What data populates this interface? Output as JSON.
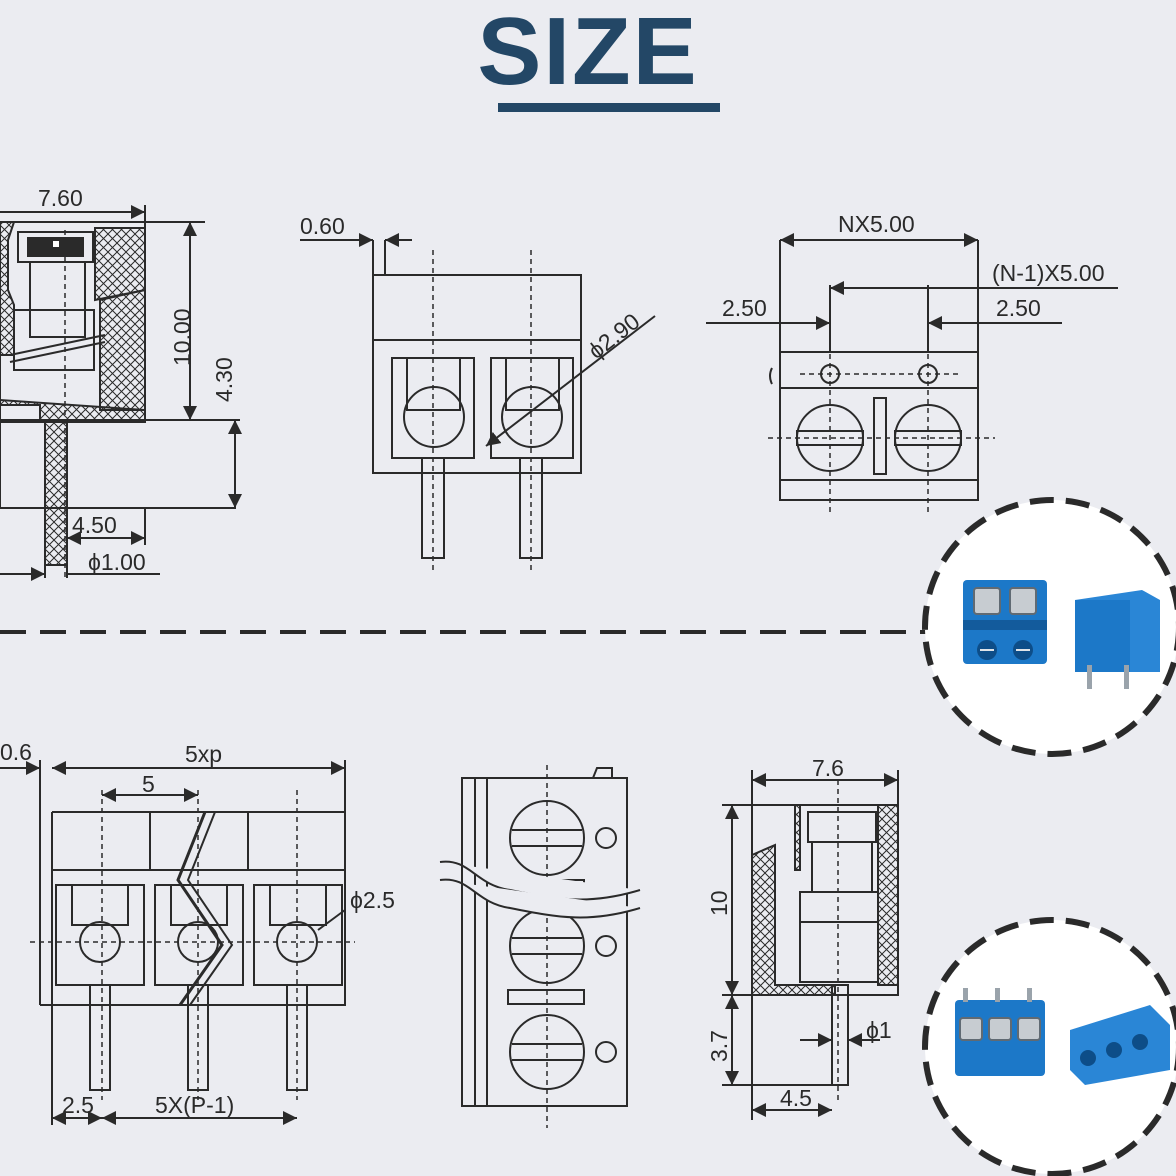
{
  "title": "SIZE",
  "colors": {
    "title": "#234766",
    "background": "#ebecf1",
    "line": "#2a2a2a",
    "connector_blue": "#1c78c8",
    "photo_background": "#ffffff"
  },
  "top_row": {
    "side_view": {
      "width": "7.60",
      "height": "10.00",
      "body_height": "4.30",
      "pin_offset": "4.50",
      "pin_diameter": "ϕ1.00"
    },
    "front_view": {
      "wall": "0.60",
      "screw_hole": "ϕ2.90"
    },
    "top_view": {
      "total_width": "NX5.00",
      "inner_pitch": "(N-1)X5.00",
      "left_margin": "2.50",
      "right_margin": "2.50"
    }
  },
  "bottom_row": {
    "front_view": {
      "wall": "0.6",
      "total_width": "5xp",
      "pitch": "5",
      "screw_hole": "ϕ2.5",
      "edge": "2.5",
      "pin_span": "5X(P-1)"
    },
    "side_view": {
      "width": "7.6",
      "height": "10",
      "pin_length": "3.7",
      "pin_diameter": "ϕ1",
      "pin_offset": "4.5"
    }
  },
  "photos": [
    {
      "subject": "2-pin blue screw terminal block"
    },
    {
      "subject": "3-pin blue screw terminal block"
    }
  ],
  "icons": [
    "dashed-circle-frame-icon",
    "terminal-block-icon"
  ]
}
